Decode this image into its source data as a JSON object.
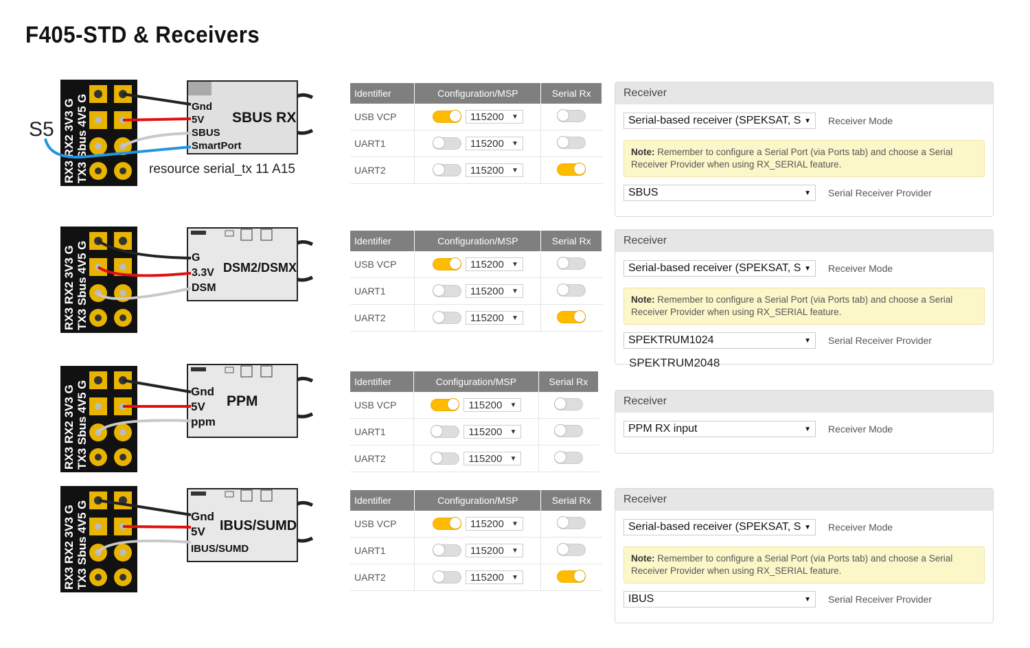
{
  "title": "F405-STD & Receivers",
  "table_headers": {
    "identifier": "Identifier",
    "config": "Configuration/MSP",
    "serial_rx": "Serial Rx"
  },
  "panel_labels": {
    "receiver": "Receiver",
    "mode": "Receiver Mode",
    "provider": "Serial Receiver Provider"
  },
  "note": {
    "bold": "Note:",
    "text": " Remember to configure a Serial Port (via Ports tab) and choose a Serial Receiver Provider when using RX_SERIAL feature."
  },
  "diagrams": [
    {
      "pin_label_top": "RX3 RX2 3V3 G",
      "pin_label_bottom": "TX3 Sbus 4V5 G",
      "module_name": "SBUS RX",
      "pins": [
        "Gnd",
        "5V",
        "SBUS",
        "SmartPort"
      ],
      "side_label": "S5",
      "note": "resource serial_tx 11 A15",
      "ports": [
        {
          "id": "USB VCP",
          "msp_on": true,
          "baud": "115200",
          "serial_rx": false
        },
        {
          "id": "UART1",
          "msp_on": false,
          "baud": "115200",
          "serial_rx": false
        },
        {
          "id": "UART2",
          "msp_on": false,
          "baud": "115200",
          "serial_rx": true
        }
      ],
      "receiver_mode": "Serial-based receiver (SPEKSAT, S",
      "provider": "SBUS"
    },
    {
      "pin_label_top": "RX3 RX2 3V3 G",
      "pin_label_bottom": "TX3 Sbus 4V5 G",
      "module_name": "DSM2/DSMX",
      "pins": [
        "G",
        "3.3V",
        "DSM"
      ],
      "ports": [
        {
          "id": "USB VCP",
          "msp_on": true,
          "baud": "115200",
          "serial_rx": false
        },
        {
          "id": "UART1",
          "msp_on": false,
          "baud": "115200",
          "serial_rx": false
        },
        {
          "id": "UART2",
          "msp_on": false,
          "baud": "115200",
          "serial_rx": true
        }
      ],
      "receiver_mode": "Serial-based receiver (SPEKSAT, S",
      "provider": "SPEKTRUM1024",
      "provider_alt": "SPEKTRUM2048"
    },
    {
      "pin_label_top": "RX3 RX2 3V3 G",
      "pin_label_bottom": "TX3 Sbus 4V5 G",
      "module_name": "PPM",
      "pins": [
        "Gnd",
        "5V",
        "ppm"
      ],
      "ports": [
        {
          "id": "USB VCP",
          "msp_on": true,
          "baud": "115200",
          "serial_rx": false
        },
        {
          "id": "UART1",
          "msp_on": false,
          "baud": "115200",
          "serial_rx": false
        },
        {
          "id": "UART2",
          "msp_on": false,
          "baud": "115200",
          "serial_rx": false
        }
      ],
      "receiver_mode": "PPM RX input"
    },
    {
      "pin_label_top": "RX3 RX2 3V3 G",
      "pin_label_bottom": "TX3 Sbus 4V5 G",
      "module_name": "IBUS/SUMD",
      "pins": [
        "Gnd",
        "5V",
        "IBUS/SUMD"
      ],
      "ports": [
        {
          "id": "USB VCP",
          "msp_on": true,
          "baud": "115200",
          "serial_rx": false
        },
        {
          "id": "UART1",
          "msp_on": false,
          "baud": "115200",
          "serial_rx": false
        },
        {
          "id": "UART2",
          "msp_on": false,
          "baud": "115200",
          "serial_rx": true
        }
      ],
      "receiver_mode": "Serial-based receiver (SPEKSAT, S",
      "provider": "IBUS"
    }
  ],
  "colors": {
    "toggle_on": "#ffbb00",
    "header": "#7f7f7f",
    "pcb": "#111111",
    "pad": "#e8b400",
    "wire_red": "#e01010",
    "wire_blue": "#2196e0",
    "wire_black": "#222222",
    "wire_grey": "#c8c8c8"
  }
}
